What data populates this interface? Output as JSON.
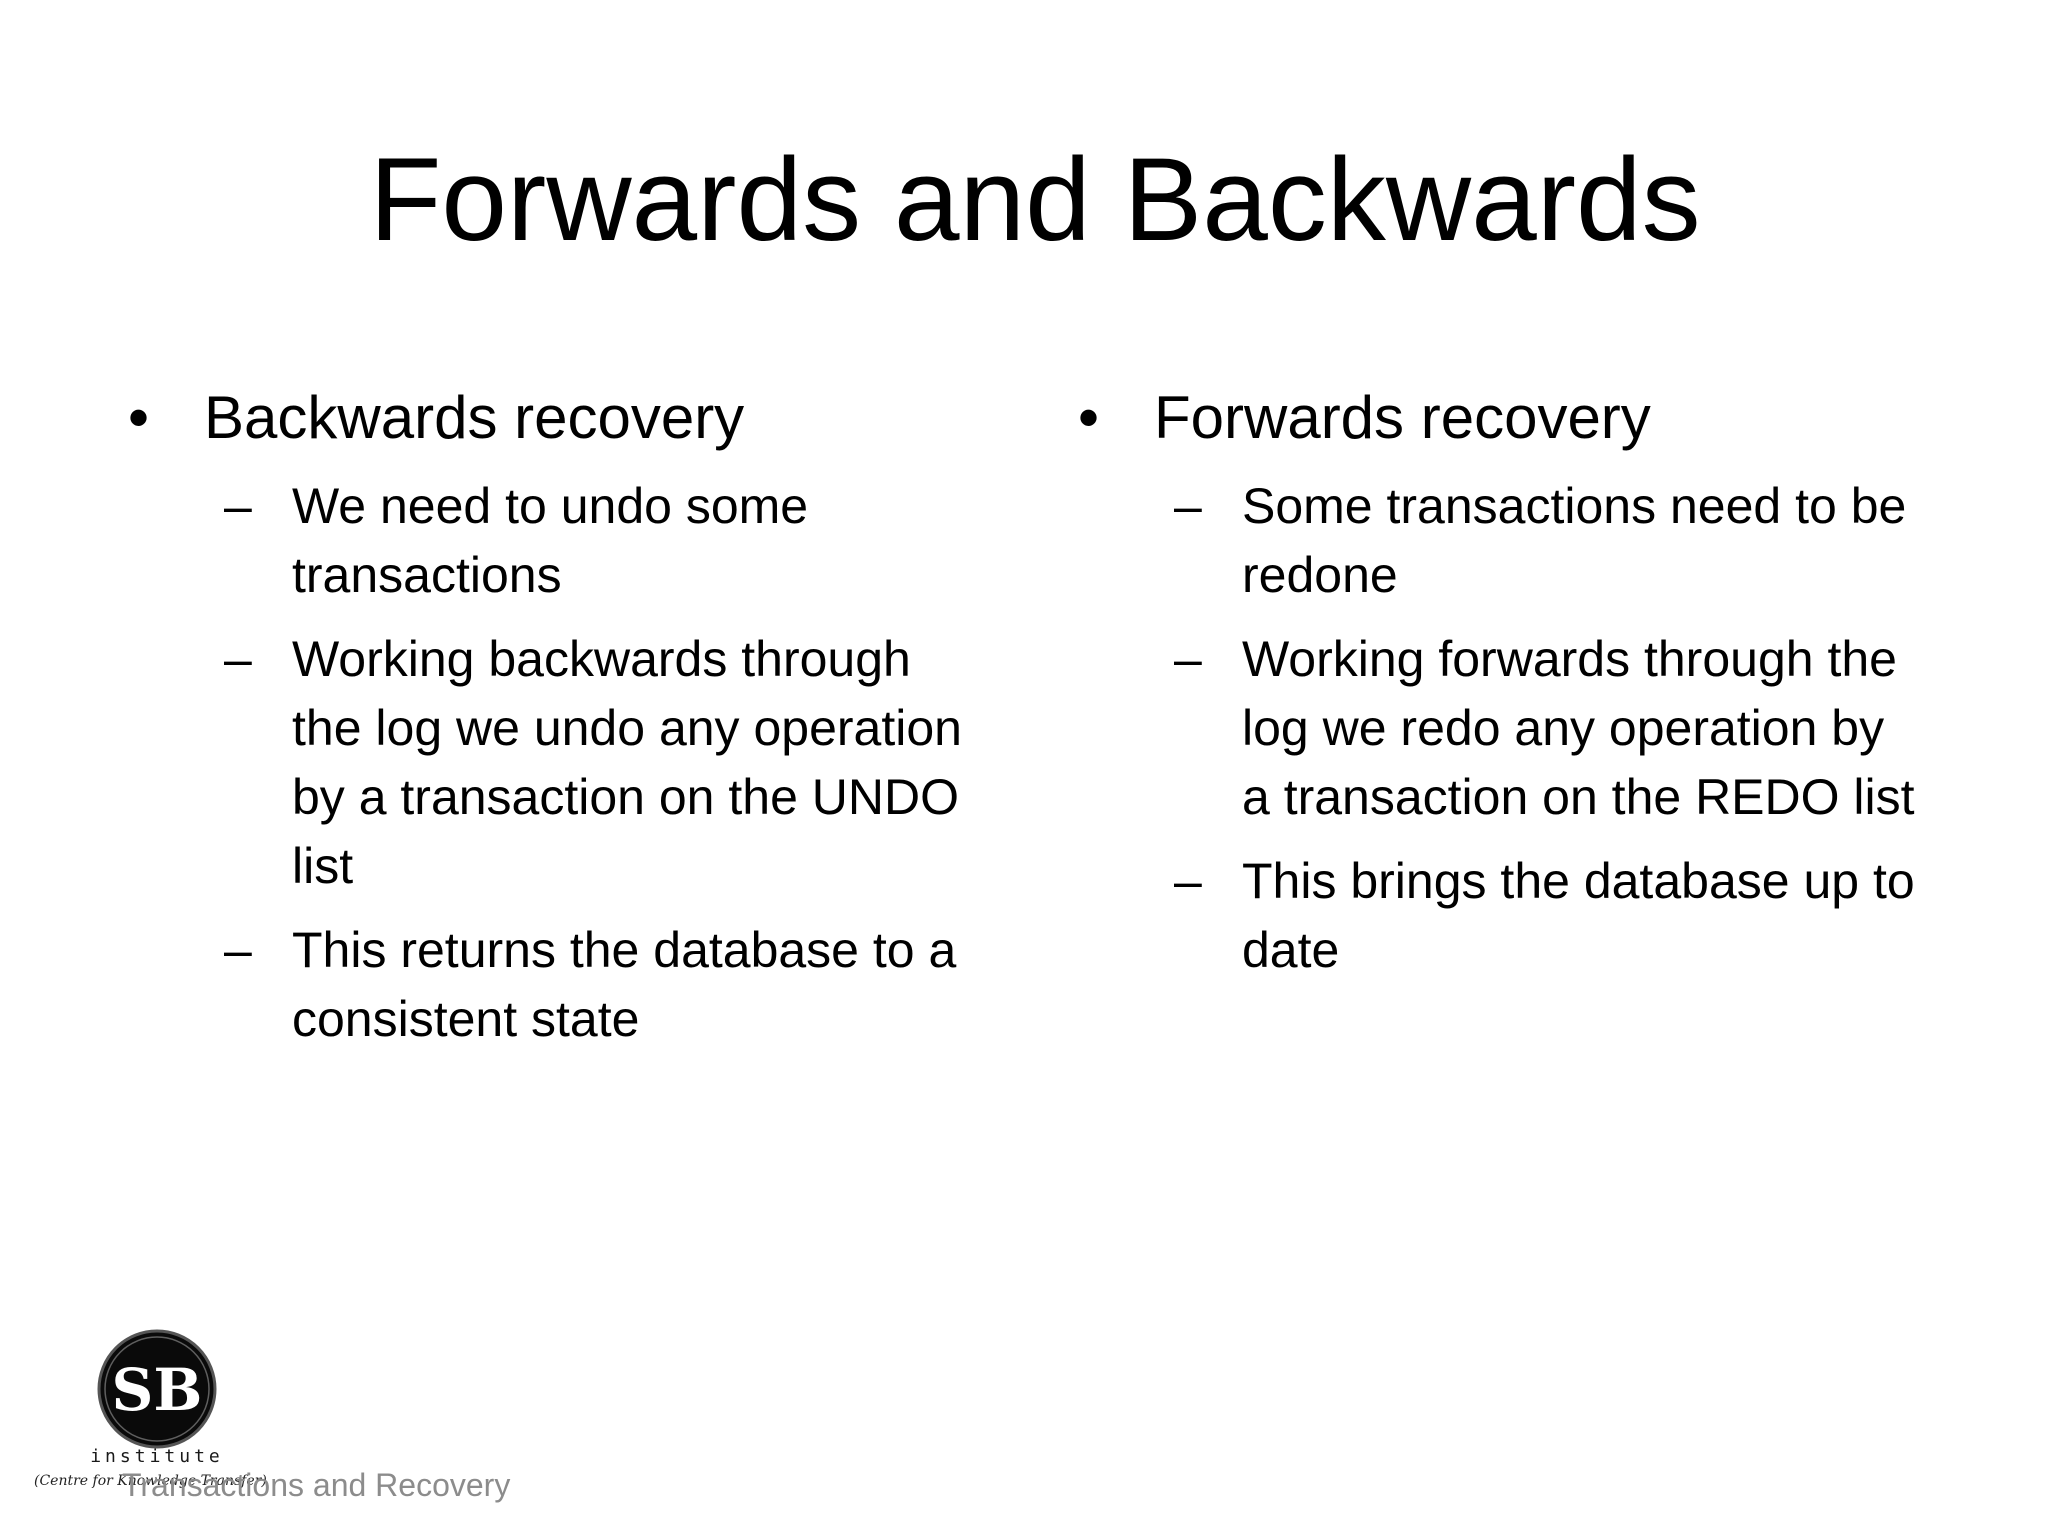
{
  "slide": {
    "title": "Forwards and Backwards",
    "columns": [
      {
        "heading": "Backwards recovery",
        "items": [
          "We need to undo some transactions",
          "Working backwards through the log we undo any operation by a transaction on the UNDO list",
          "This returns the database to a consistent state"
        ]
      },
      {
        "heading": "Forwards recovery",
        "items": [
          "Some transactions need to be redone",
          "Working forwards through the log we redo any operation by a transaction on the REDO list",
          "This brings the database up to date"
        ]
      }
    ],
    "bullet_symbol": "•",
    "sub_bullet_symbol": "–",
    "footer": "Transactions and Recovery"
  },
  "logo": {
    "monogram": "SB",
    "word": "institute",
    "tagline": "(Centre for Knowledge Transfer)"
  }
}
